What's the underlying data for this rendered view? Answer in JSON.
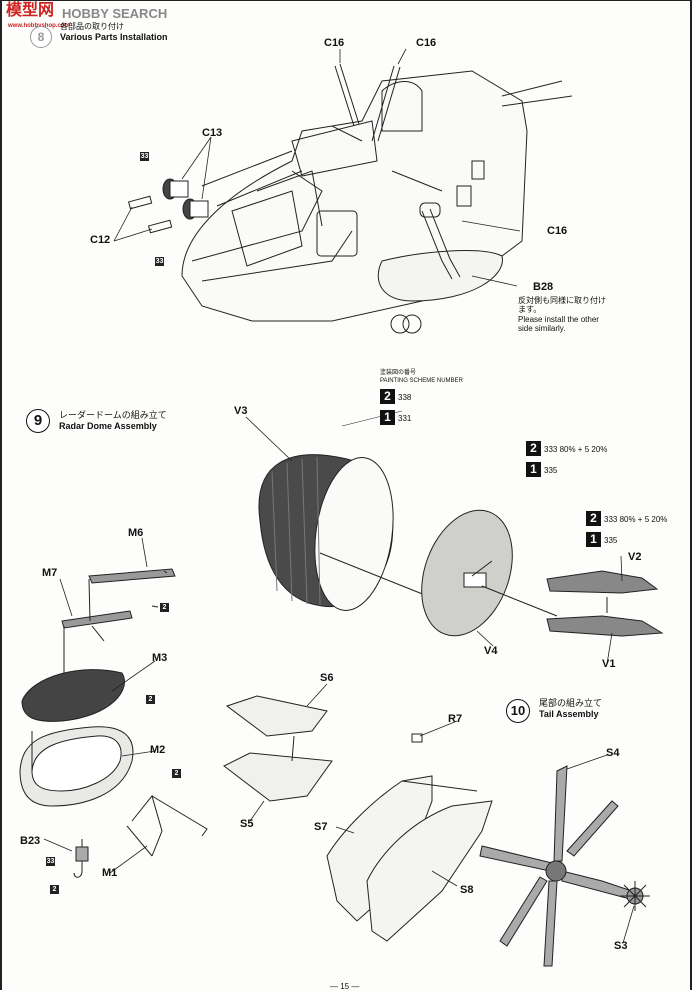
{
  "watermark": {
    "logo_text": "模型网",
    "search_text": "HOBBY SEARCH",
    "url_text": "www.hobbyshop.com"
  },
  "step8": {
    "jp": "各部品の取り付け",
    "en": "Various Parts Installation"
  },
  "step9": {
    "number": "9",
    "jp": "レーダードームの組み立て",
    "en": "Radar Dome Assembly"
  },
  "step10": {
    "number": "10",
    "jp": "尾部の組み立て",
    "en": "Tail Assembly"
  },
  "parts": {
    "c16_a": "C16",
    "c16_b": "C16",
    "c16_c": "C16",
    "c13": "C13",
    "c12": "C12",
    "b28": "B28",
    "v3": "V3",
    "v4": "V4",
    "v2": "V2",
    "v1": "V1",
    "m6": "M6",
    "m7": "M7",
    "m3": "M3",
    "m2": "M2",
    "m1": "M1",
    "b23": "B23",
    "s6": "S6",
    "r7": "R7",
    "s4": "S4",
    "s5": "S5",
    "s7": "S7",
    "s8": "S8",
    "s3": "S3"
  },
  "note_b28": {
    "jp_line1": "反対側も同様に取り付け",
    "jp_line2": "ます。",
    "en_line1": "Please install the other",
    "en_line2": "side similarly."
  },
  "painting_scheme": {
    "jp": "塗装図の番号",
    "en": "PAINTING  SCHEME  NUMBER"
  },
  "color_codes": {
    "c33": "33",
    "c2": "2",
    "scheme2": "2",
    "scheme1": "1",
    "v3_s2": "338",
    "v3_s1": "331",
    "v4_s2": "333 80% + 5 20%",
    "v4_s1": "335",
    "v12_s2": "333 80% + 5 20%",
    "v12_s1": "335"
  },
  "page_number": "— 15 —",
  "colors": {
    "ink": "#111111",
    "dome_fill": "#4a4a4a",
    "paper": "#fdfdfb"
  }
}
